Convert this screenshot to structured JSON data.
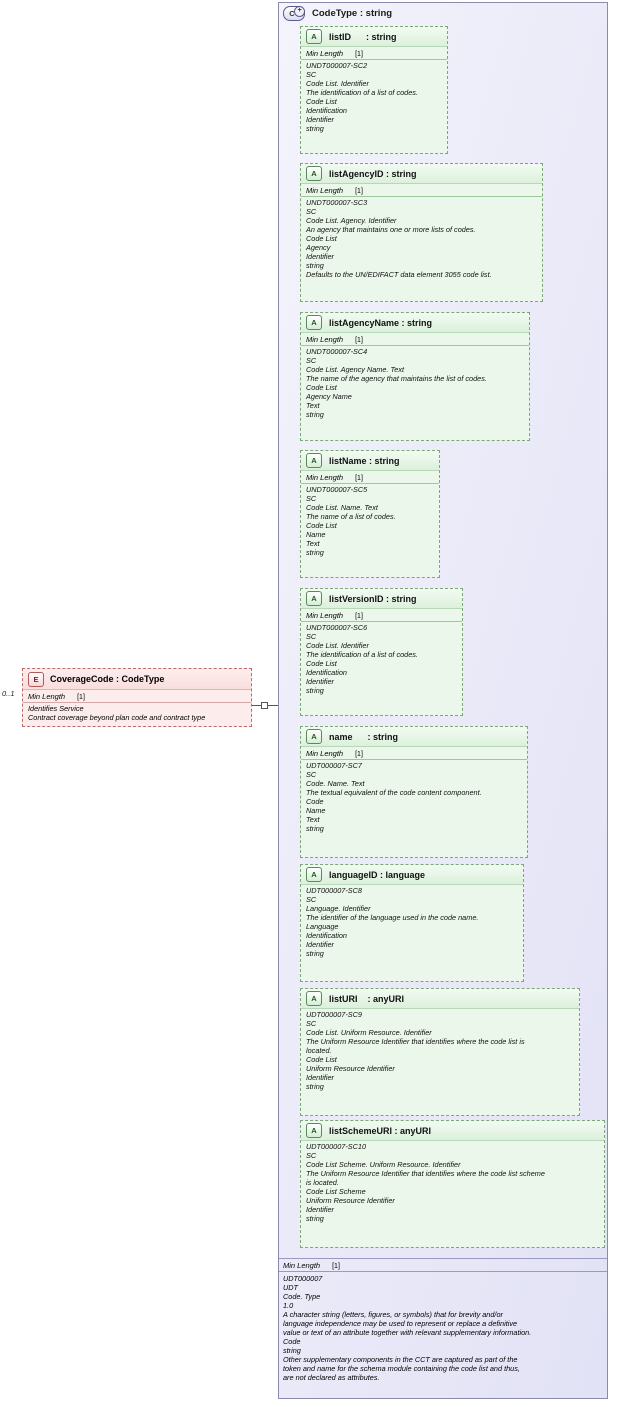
{
  "diagram": {
    "root": {
      "badge": "CT",
      "badge_plus": "+",
      "title": "CodeType : string",
      "footer": {
        "min_length_label": "Min Length",
        "min_length_value": "[1]",
        "lines": [
          "UDT000007",
          "UDT",
          "Code. Type",
          "1.0",
          "A character string (letters, figures, or symbols) that for brevity and/or",
          "language independence may be used to represent or replace a definitive",
          "value or text of an attribute together with relevant supplementary information.",
          "Code",
          "string",
          "Other supplementary components in the CCT are captured as part of the",
          "token and name for the schema module containing the code list and thus,",
          "are not declared as attributes."
        ]
      }
    },
    "element": {
      "badge": "E",
      "title": "CoverageCode : CodeType",
      "cardinality": "0..1",
      "min_length_label": "Min Length",
      "min_length_value": "[1]",
      "lines": [
        "Identifies Service",
        "Contract coverage beyond plan code and contract type"
      ]
    },
    "attributes": [
      {
        "badge": "A",
        "title": "listID      : string",
        "min_length_label": "Min Length",
        "min_length_value": "[1]",
        "lines": [
          "UNDT000007-SC2",
          "SC",
          "Code List. Identifier",
          "The identification of a list of codes.",
          "Code List",
          "Identification",
          "Identifier",
          "string"
        ]
      },
      {
        "badge": "A",
        "title": "listAgencyID : string",
        "min_length_label": "Min Length",
        "min_length_value": "[1]",
        "lines": [
          "UNDT000007-SC3",
          "SC",
          "Code List. Agency. Identifier",
          "An agency that maintains one or more lists of codes.",
          "Code List",
          "Agency",
          "Identifier",
          "string",
          "Defaults to the UN/EDIFACT data element 3055 code list."
        ]
      },
      {
        "badge": "A",
        "title": "listAgencyName : string",
        "min_length_label": "Min Length",
        "min_length_value": "[1]",
        "lines": [
          "UNDT000007-SC4",
          "SC",
          "Code List. Agency Name. Text",
          "The name of the agency that maintains the list of codes.",
          "Code List",
          "Agency Name",
          "Text",
          "string"
        ]
      },
      {
        "badge": "A",
        "title": "listName : string",
        "min_length_label": "Min Length",
        "min_length_value": "[1]",
        "lines": [
          "UNDT000007-SC5",
          "SC",
          "Code List. Name. Text",
          "The name of a list of codes.",
          "Code List",
          "Name",
          "Text",
          "string"
        ]
      },
      {
        "badge": "A",
        "title": "listVersionID : string",
        "min_length_label": "Min Length",
        "min_length_value": "[1]",
        "lines": [
          "UNDT000007-SC6",
          "SC",
          "Code List. Identifier",
          "The identification of a list of codes.",
          "Code List",
          "Identification",
          "Identifier",
          "string"
        ]
      },
      {
        "badge": "A",
        "title": "name      : string",
        "min_length_label": "Min Length",
        "min_length_value": "[1]",
        "lines": [
          "UDT000007-SC7",
          "SC",
          "Code. Name. Text",
          "The textual equivalent of the code content component.",
          "Code",
          "Name",
          "Text",
          "string"
        ]
      },
      {
        "badge": "A",
        "title": "languageID : language",
        "min_length_label": "",
        "min_length_value": "",
        "lines": [
          "UDT000007-SC8",
          "SC",
          "Language. Identifier",
          "The identifier of the language used in the code name.",
          "Language",
          "Identification",
          "Identifier",
          "string"
        ]
      },
      {
        "badge": "A",
        "title": "listURI    : anyURI",
        "min_length_label": "",
        "min_length_value": "",
        "lines": [
          "UDT000007-SC9",
          "SC",
          "Code List. Uniform Resource. Identifier",
          "The Uniform Resource Identifier that identifies where the code list is",
          "located.",
          "Code List",
          "Uniform Resource Identifier",
          "Identifier",
          "string"
        ]
      },
      {
        "badge": "A",
        "title": "listSchemeURI : anyURI",
        "min_length_label": "",
        "min_length_value": "",
        "lines": [
          "UDT000007-SC10",
          "SC",
          "Code List Scheme. Uniform Resource. Identifier",
          "The Uniform Resource Identifier that identifies where the code list scheme",
          "is located.",
          "Code List Scheme",
          "Uniform Resource Identifier",
          "Identifier",
          "string"
        ]
      }
    ]
  }
}
